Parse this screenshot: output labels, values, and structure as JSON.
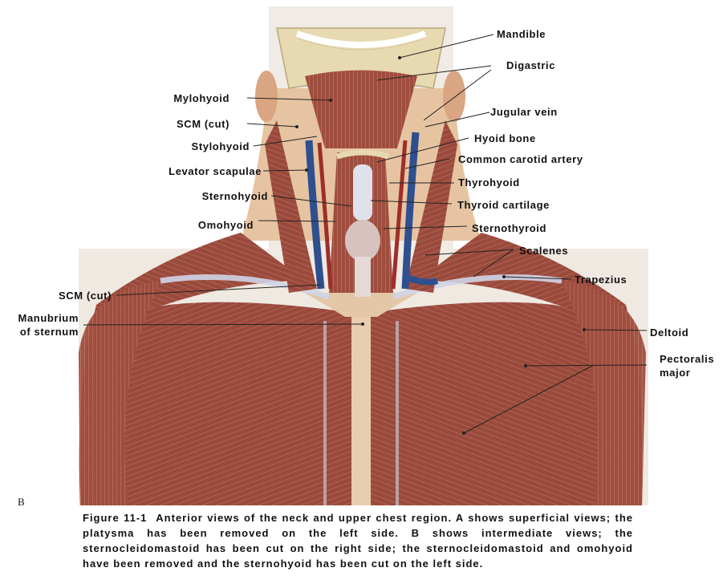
{
  "figure": {
    "panel_letter": "B",
    "number": "Figure 11-1",
    "caption_text": "Anterior views of the neck and upper chest region. A shows superficial views; the platysma has been removed on the left side. B shows intermediate views; the sternocleidomastoid has been cut on the right side; the sternocleidomastoid and omohyoid have been removed and the sternohyoid has been cut on the left side."
  },
  "labels_left": [
    {
      "id": "mylohyoid",
      "text": "Mylohyoid"
    },
    {
      "id": "scm-cut-upper",
      "text": "SCM  (cut)"
    },
    {
      "id": "stylohyoid",
      "text": "Stylohyoid"
    },
    {
      "id": "levator-scapulae",
      "text": "Levator  scapulae"
    },
    {
      "id": "sternohyoid",
      "text": "Sternohyoid"
    },
    {
      "id": "omohyoid",
      "text": "Omohyoid"
    },
    {
      "id": "scm-cut-lower",
      "text": "SCM  (cut)"
    },
    {
      "id": "manubrium-1",
      "text": "Manubrium"
    },
    {
      "id": "manubrium-2",
      "text": "of  sternum"
    }
  ],
  "labels_right": [
    {
      "id": "mandible",
      "text": "Mandible"
    },
    {
      "id": "digastric",
      "text": "Digastric"
    },
    {
      "id": "jugular-vein",
      "text": "Jugular  vein"
    },
    {
      "id": "hyoid-bone",
      "text": "Hyoid  bone"
    },
    {
      "id": "common-carotid",
      "text": "Common  carotid  artery"
    },
    {
      "id": "thyrohyoid",
      "text": "Thyrohyoid"
    },
    {
      "id": "thyroid-cartilage",
      "text": "Thyroid  cartilage"
    },
    {
      "id": "sternothyroid",
      "text": "Sternothyroid"
    },
    {
      "id": "scalenes",
      "text": "Scalenes"
    },
    {
      "id": "trapezius",
      "text": "Trapezius"
    },
    {
      "id": "deltoid",
      "text": "Deltoid"
    },
    {
      "id": "pectoralis-1",
      "text": "Pectoralis"
    },
    {
      "id": "pectoralis-2",
      "text": "major"
    }
  ],
  "colors": {
    "muscle": "#9a4a3c",
    "muscle_dark": "#7a3328",
    "muscle_light": "#b86b5a",
    "skin": "#e8c9a8",
    "bone": "#e7d9b0",
    "vein": "#2f4f8f",
    "fascia": "#cfd3e6",
    "background_panel": "#f1ece6"
  }
}
